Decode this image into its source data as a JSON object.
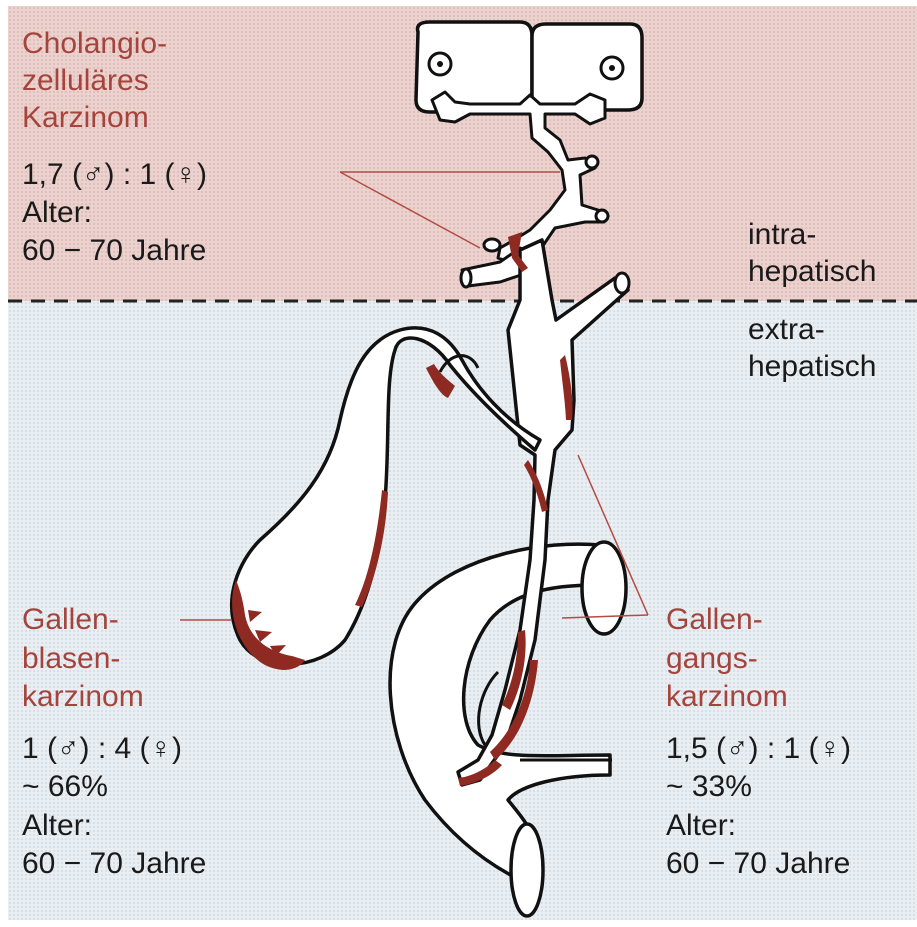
{
  "colors": {
    "tumor": "#8e2a22",
    "label_red": "#a5443c",
    "intrahepatic_band": "#ecd2cf",
    "extrahepatic_band": "#e9eef3",
    "outline": "#111111"
  },
  "regions": {
    "intra_line1": "intra-",
    "intra_line2": "hepatisch",
    "extra_line1": "extra-",
    "extra_line2": "hepatisch"
  },
  "cholangio": {
    "title_lines": [
      "Cholangio-",
      "zelluläres",
      "Karzinom"
    ],
    "ratio": "1,7 (♂) : 1 (♀)",
    "age_label": "Alter:",
    "age_value": "60 − 70 Jahre"
  },
  "gallbladder": {
    "title_lines": [
      "Gallen-",
      "blasen-",
      "karzinom"
    ],
    "ratio": "1 (♂) : 4 (♀)",
    "share": "~ 66%",
    "age_label": "Alter:",
    "age_value": "60 − 70 Jahre"
  },
  "bileduct": {
    "title_lines": [
      "Gallen-",
      "gangs-",
      "karzinom"
    ],
    "ratio": "1,5 (♂) : 1 (♀)",
    "share": "~ 33%",
    "age_label": "Alter:",
    "age_value": "60 − 70 Jahre"
  }
}
